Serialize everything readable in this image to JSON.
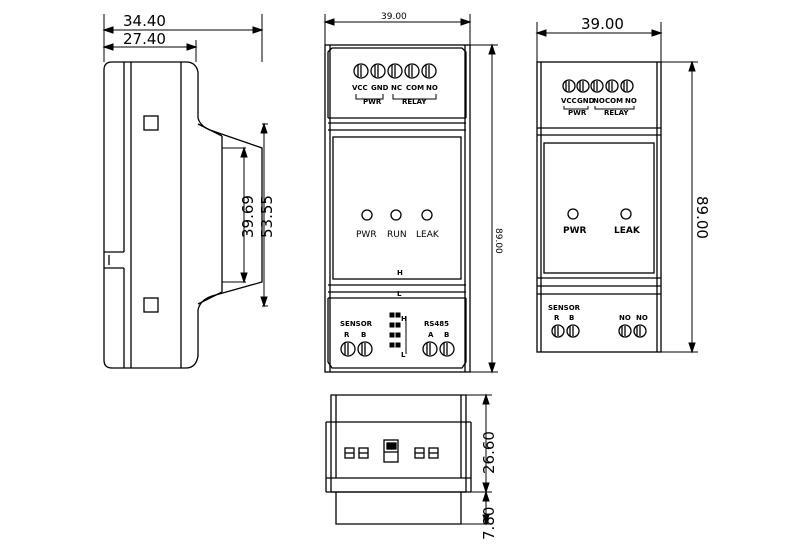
{
  "side_view": {
    "dim_overall_width": "34.40",
    "dim_depth": "27.40",
    "dim_rail_inner": "39.69",
    "dim_rail_outer": "53.55"
  },
  "front_view_1": {
    "dim_width": "39.00",
    "dim_height": "89.00",
    "terminal_labels": [
      "VCC",
      "GND",
      "NC",
      "COM",
      "NO"
    ],
    "group_pwr": "PWR",
    "group_relay": "RELAY",
    "leds": [
      "PWR",
      "RUN",
      "LEAK"
    ],
    "switch_h": "H",
    "switch_l": "L",
    "bottom_left_title": "SENSOR",
    "bottom_left_pins": [
      "R",
      "B"
    ],
    "bottom_right_title": "RS485",
    "bottom_right_pins": [
      "A",
      "B"
    ],
    "dip_letters": [
      "H",
      "L"
    ]
  },
  "front_view_2": {
    "dim_width": "39.00",
    "dim_height": "89.00",
    "terminal_labels": [
      "VCC",
      "GND",
      "NO",
      "COM",
      "NO"
    ],
    "group_pwr": "PWR",
    "group_relay": "RELAY",
    "leds": [
      "PWR",
      "LEAK"
    ],
    "bottom_left_title": "SENSOR",
    "bottom_left_pins": [
      "R",
      "B"
    ],
    "bottom_right_pins": [
      "NO",
      "NO"
    ]
  },
  "bottom_view": {
    "dim_height": "26.60",
    "dim_base": "7.80"
  }
}
